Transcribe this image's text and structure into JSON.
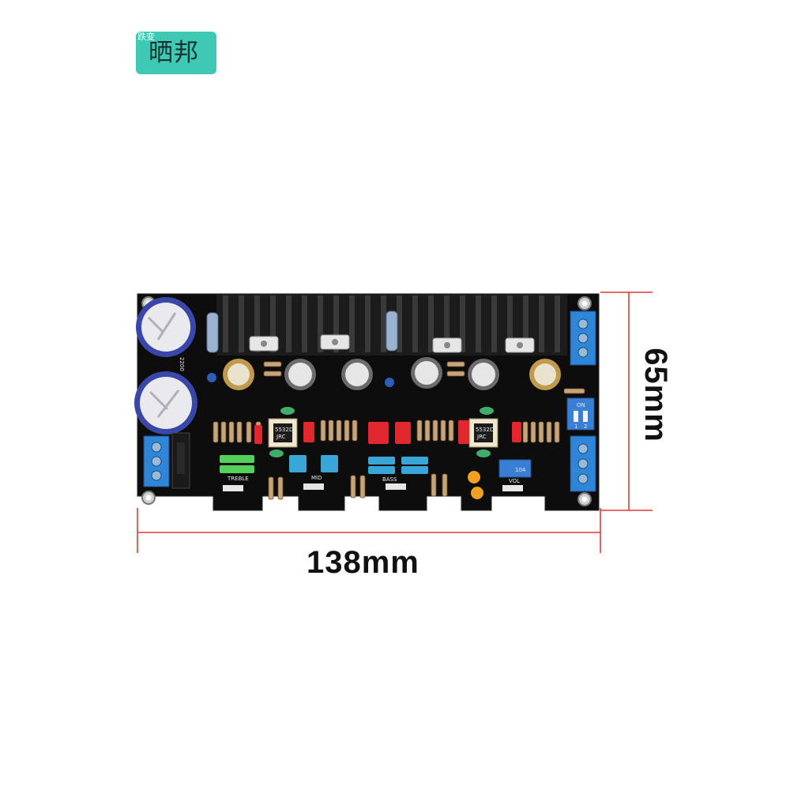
{
  "watermark": {
    "sub_text": "跌变",
    "main_text": "晒邦",
    "color": "#3fc9b4"
  },
  "dimensions": {
    "width_label": "138mm",
    "height_label": "65mm",
    "line_color": "#e03a3a"
  },
  "board": {
    "pcb_color": "#0d0d0d",
    "silkscreen": {
      "treble": "TREBLE",
      "mid": "MID",
      "bass": "BASS",
      "vol": "VOL",
      "on": "ON",
      "switch_1": "1",
      "switch_2": "2",
      "trimmer": "104",
      "chip_1": "5532D",
      "chip_2": "5532D",
      "chip_brand": "JRC",
      "cap_value": "2200"
    }
  }
}
